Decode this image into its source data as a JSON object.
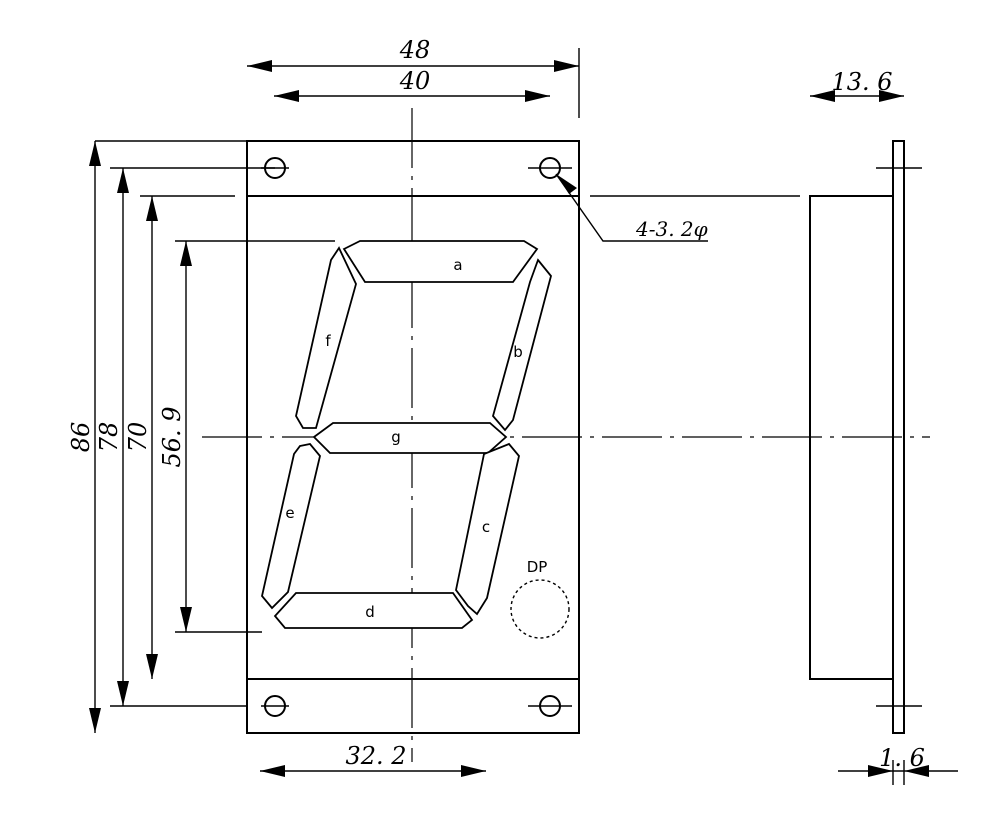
{
  "dimensions": {
    "overall_width": "48",
    "inner_width": "40",
    "bottom_width": "32. 2",
    "side_depth": "13. 6",
    "board_thickness": "1. 6",
    "overall_height": "86",
    "height_78": "78",
    "height_70": "70",
    "digit_height": "56. 9",
    "hole_note": "4-3. 2φ"
  },
  "segments": {
    "a": "a",
    "b": "b",
    "c": "c",
    "d": "d",
    "e": "e",
    "f": "f",
    "g": "g",
    "dp": "DP"
  }
}
